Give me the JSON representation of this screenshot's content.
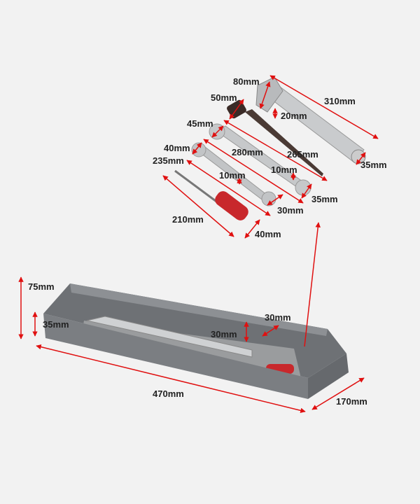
{
  "colors": {
    "background": "#f2f2f2",
    "arrow": "#e01010",
    "tray": "#7b7e82",
    "handle": "#c8282c"
  },
  "tools": {
    "adjustable_wrench": {
      "length": "310mm",
      "jaw_width": "80mm",
      "jaw_opening": "20mm",
      "end_width": "35mm"
    },
    "ratchet_spud": {
      "length": "265mm",
      "head_width": "50mm"
    },
    "large_combination_wrench": {
      "length": "280mm",
      "head_width": "45mm",
      "shank_width": "10mm",
      "ring_width": "35mm"
    },
    "small_combination_wrench": {
      "length": "235mm",
      "head_width": "40mm",
      "shank_width": "10mm",
      "ring_width": "30mm"
    },
    "screwdriver": {
      "length": "210mm",
      "handle_width": "40mm"
    }
  },
  "tray": {
    "height": "75mm",
    "front_height": "35mm",
    "length": "470mm",
    "depth": "170mm",
    "inner_height": "30mm",
    "lip_width": "30mm"
  }
}
